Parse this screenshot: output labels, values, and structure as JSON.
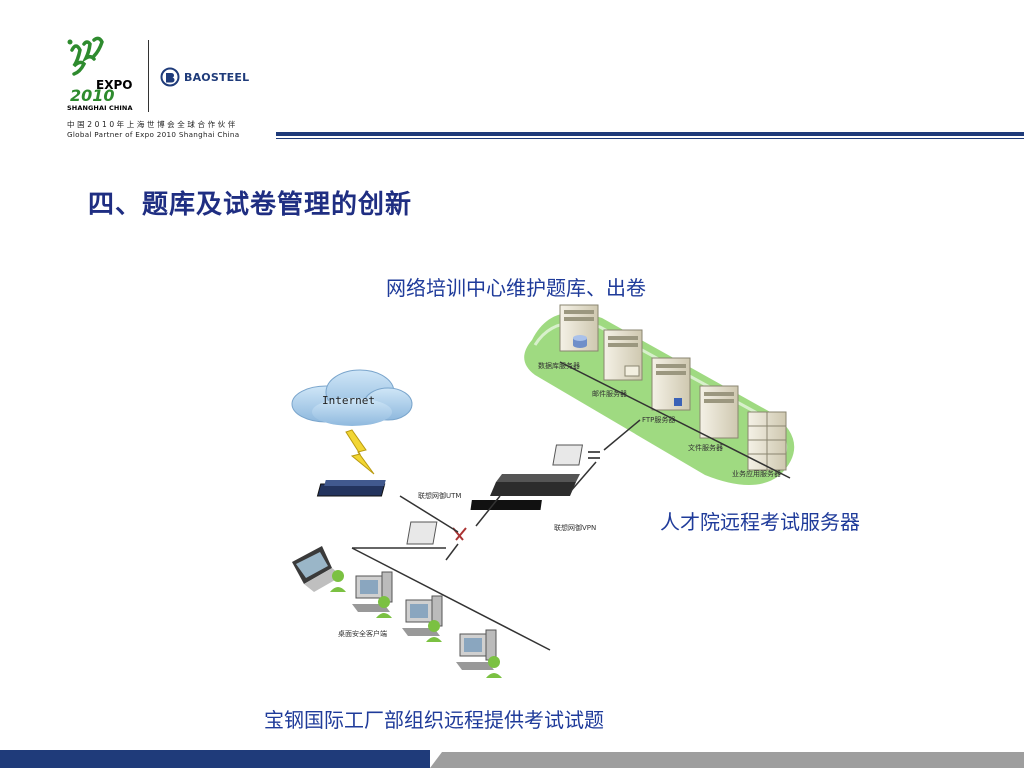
{
  "header": {
    "expo_word": "EXPO",
    "expo_year": "2010",
    "expo_city": "SHANGHAI CHINA",
    "baosteel": "BAOSTEEL",
    "partner_cn": "中国2010年上海世博会全球合作伙伴",
    "partner_en": "Global Partner of Expo 2010 Shanghai China"
  },
  "title": "四、题库及试卷管理的创新",
  "labels": {
    "top": "网络培训中心维护题库、出卷",
    "right": "人才院远程考试服务器",
    "bottom": "宝钢国际工厂部组织远程提供考试试题"
  },
  "diagram": {
    "cloud_label": "Internet",
    "servers": [
      "数据库服务器",
      "邮件服务器",
      "FTP服务器",
      "文件服务器",
      "业务应用服务器"
    ],
    "router_label": "联想网御VPN",
    "firewall_label": "联想网御UTM",
    "clients_label": "桌面安全客户端"
  },
  "colors": {
    "brand_blue": "#1f3b7a",
    "title_blue": "#1f2e82",
    "label_blue": "#1f3b9a",
    "expo_green": "#2e8b2e",
    "footer_gray": "#9e9e9e",
    "server_zone_green": "#8ed36b"
  }
}
